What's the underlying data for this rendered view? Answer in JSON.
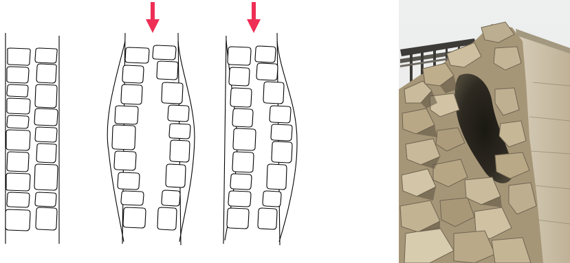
{
  "figure": {
    "panels": [
      {
        "id": "intact-wall",
        "state": "intact",
        "load_arrow": false
      },
      {
        "id": "symmetric-bulge-wall",
        "state": "bulging-both-leaves",
        "load_arrow": true
      },
      {
        "id": "asymmetric-bulge-wall",
        "state": "bulging-outer-leaf",
        "load_arrow": true
      }
    ],
    "photo": {
      "subject": "collapsed-rubble-stone-wall"
    }
  },
  "colors": {
    "load_arrow": "#ee2e55",
    "outline": "#000000",
    "background": "#ffffff"
  }
}
